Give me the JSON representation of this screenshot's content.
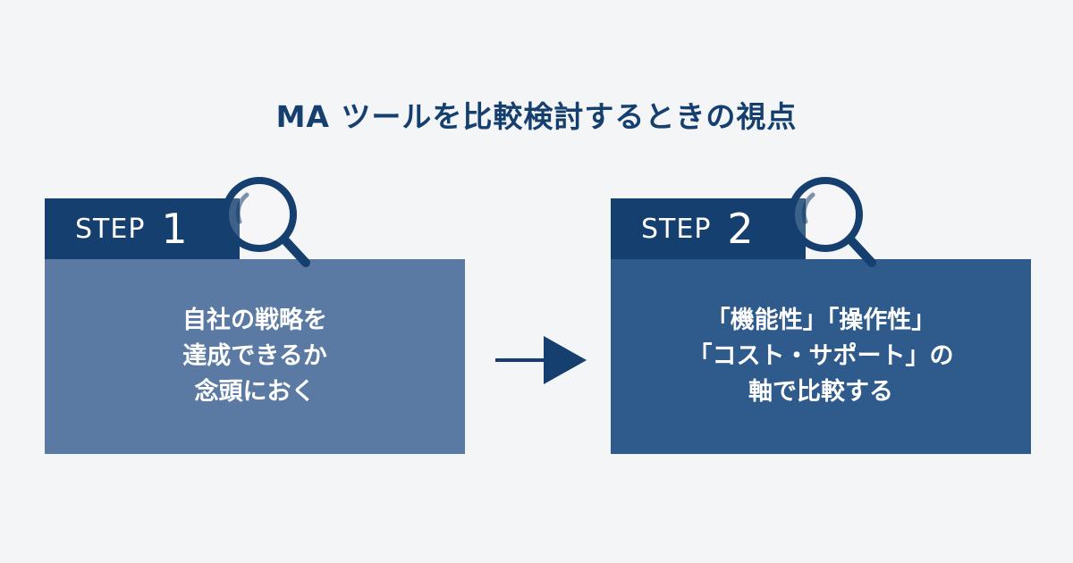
{
  "title": "MA ツールを比較検討するときの視点",
  "steps": [
    {
      "step_word": "STEP",
      "step_number": "1",
      "lines": [
        "自社の戦略を",
        "達成できるか",
        "念頭におく"
      ]
    },
    {
      "step_word": "STEP",
      "step_number": "2",
      "lines": [
        "「機能性」「操作性」",
        "「コスト・サポート」の",
        "軸で比較する"
      ]
    }
  ],
  "colors": {
    "navy": "#143f6e",
    "panel_step1": "#5a7aa3",
    "panel_step2": "#2e5a8c",
    "background": "#f4f5f7"
  },
  "icons": {
    "step_icon": "magnifier-icon",
    "connector": "arrow-right-icon"
  }
}
